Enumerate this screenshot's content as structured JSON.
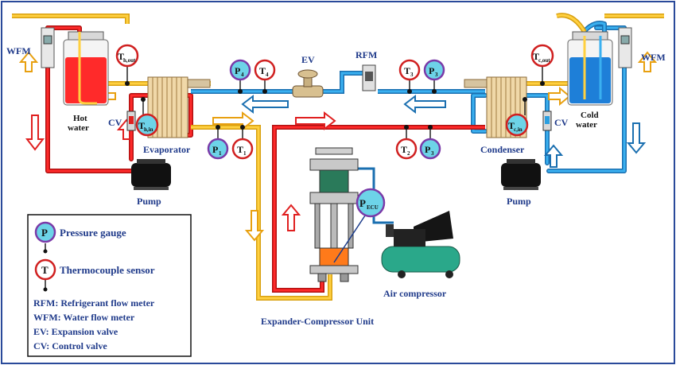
{
  "labels": {
    "wfm_left": "WFM",
    "wfm_right": "WFM",
    "hot_water": "Hot water",
    "cold_water": "Cold water",
    "cv_left": "CV",
    "cv_right": "CV",
    "evaporator": "Evaporator",
    "condenser": "Condenser",
    "pump_left": "Pump",
    "pump_right": "Pump",
    "ev": "EV",
    "rfm": "RFM",
    "air_compressor": "Air compressor",
    "ecu": "Expander-Compressor Unit"
  },
  "sensors": {
    "th_out": {
      "main": "T",
      "sub": "h,out"
    },
    "th_in": {
      "main": "T",
      "sub": "h,in"
    },
    "tc_out": {
      "main": "T",
      "sub": "c,out"
    },
    "tc_in": {
      "main": "T",
      "sub": "c,in"
    },
    "p4": {
      "main": "P",
      "sub": "4"
    },
    "t4": {
      "main": "T",
      "sub": "4"
    },
    "t3": {
      "main": "T",
      "sub": "3"
    },
    "p3_top": {
      "main": "P",
      "sub": "3"
    },
    "p1": {
      "main": "P",
      "sub": "1"
    },
    "t1": {
      "main": "T",
      "sub": "1"
    },
    "t2": {
      "main": "T",
      "sub": "2"
    },
    "p3_bottom": {
      "main": "P",
      "sub": "3"
    },
    "pecu": {
      "main": "P",
      "sub": "ECU"
    }
  },
  "legend": {
    "pressure_symbol": "P",
    "pressure_label": "Pressure gauge",
    "thermo_symbol": "T",
    "thermo_label": "Thermocouple sensor",
    "abbreviations": [
      "RFM: Refrigerant flow meter",
      "WFM: Water flow meter",
      "EV: Expansion valve",
      "CV: Control valve"
    ]
  },
  "colors": {
    "hot_pipe": "#e02020",
    "cold_pipe": "#2a9fe0",
    "refrigerant_pipe": "#e8b420",
    "pressure_fill": "#6dd3e8",
    "pressure_ring": "#7a3aa8",
    "thermo_fill": "#ffffff",
    "thermo_ring": "#d02020",
    "label_text": "#1f3a8a"
  }
}
